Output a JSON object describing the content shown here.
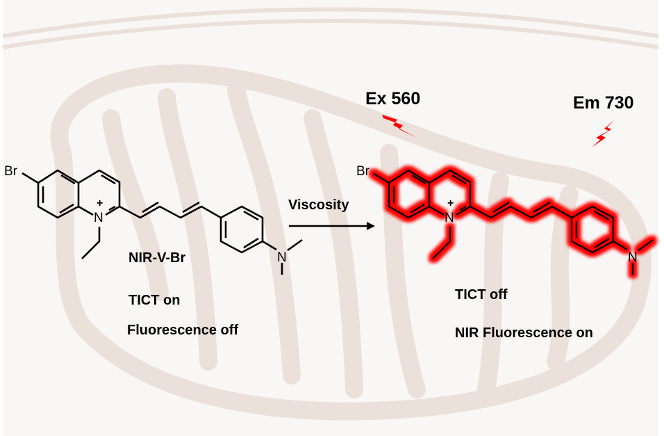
{
  "left_molecule": {
    "name": "NIR-V-Br",
    "atom_br": "Br",
    "atom_n_plus": "N",
    "charge": "+",
    "atom_n_amine": "N",
    "state_1": "TICT on",
    "state_2": "Fluorescence off"
  },
  "arrow": {
    "label": "Viscosity"
  },
  "right_molecule": {
    "atom_br": "Br",
    "atom_n_plus": "N",
    "charge": "+",
    "atom_n_amine": "N",
    "state_1": "TICT off",
    "state_2": "NIR Fluorescence on",
    "glow_color": "#ff0000"
  },
  "excitation": {
    "label": "Ex 560"
  },
  "emission": {
    "label": "Em 730"
  },
  "colors": {
    "background": "#f9f7f6",
    "mitochondria": "#eadfd9",
    "lightning": "#ff0000"
  }
}
